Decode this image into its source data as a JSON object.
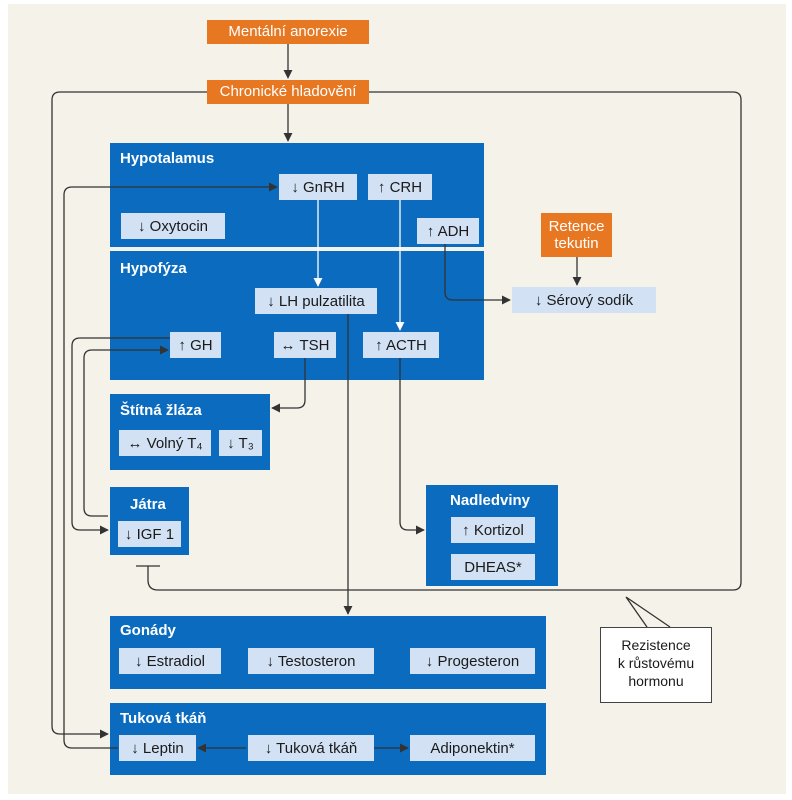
{
  "colors": {
    "background": "#f5f2e9",
    "panel": "#0a6bbf",
    "pill": "#d2e1f3",
    "trigger": "#e87722"
  },
  "triggers": {
    "anorexia": "Mentální anorexie",
    "starvation": "Chronické hladovění",
    "fluid_retention": "Retence tekutin"
  },
  "hypothalamus": {
    "title": "Hypotalamus",
    "gnrh": "↓ GnRH",
    "crh": "↑ CRH",
    "oxytocin": "↓ Oxytocin",
    "adh": "↑ ADH"
  },
  "pituitary": {
    "title": "Hypofýza",
    "lh": "↓ LH pulzatilita",
    "gh": "↑ GH",
    "tsh": "↔ TSH",
    "acth": "↑ ACTH"
  },
  "serum_sodium": "↓ Sérový sodík",
  "thyroid": {
    "title": "Štítná žláza",
    "free_t4": "↔ Volný T₄",
    "t3": "↓ T₃"
  },
  "liver": {
    "title": "Játra",
    "igf1": "↓ IGF 1"
  },
  "adrenals": {
    "title": "Nadledviny",
    "cortisol": "↑ Kortizol",
    "dheas": "DHEAS*"
  },
  "gonads": {
    "title": "Gonády",
    "estradiol": "↓ Estradiol",
    "testosterone": "↓ Testosteron",
    "progesterone": "↓ Progesteron"
  },
  "adipose": {
    "title": "Tuková tkáň",
    "leptin": "↓ Leptin",
    "fat": "↓ Tuková tkáň",
    "adiponectin": "Adiponektin*"
  },
  "callout": {
    "line1": "Rezistence",
    "line2": "k růstovému",
    "line3": "hormonu"
  }
}
